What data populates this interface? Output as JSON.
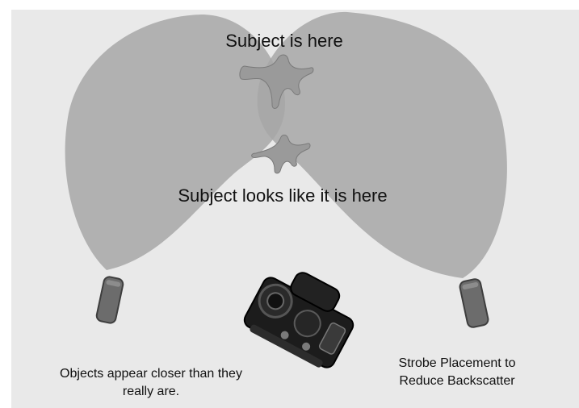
{
  "labels": {
    "subject_real": "Subject is here",
    "subject_apparent": "Subject looks like it is here"
  },
  "captions": {
    "left_line1": "Objects appear closer than they",
    "left_line2": "really are.",
    "right_line1": "Strobe Placement to",
    "right_line2": "Reduce Backscatter"
  },
  "colors": {
    "background": "#e9e9e9",
    "light_beam": "#a7a7a7",
    "strobe": "#6c6c6c",
    "starfish": "#9a9a9a",
    "camera": "#1c1c1c"
  },
  "icons": {
    "left_strobe": "strobe-icon",
    "right_strobe": "strobe-icon",
    "camera": "underwater-camera-icon",
    "starfish": "starfish-icon"
  }
}
